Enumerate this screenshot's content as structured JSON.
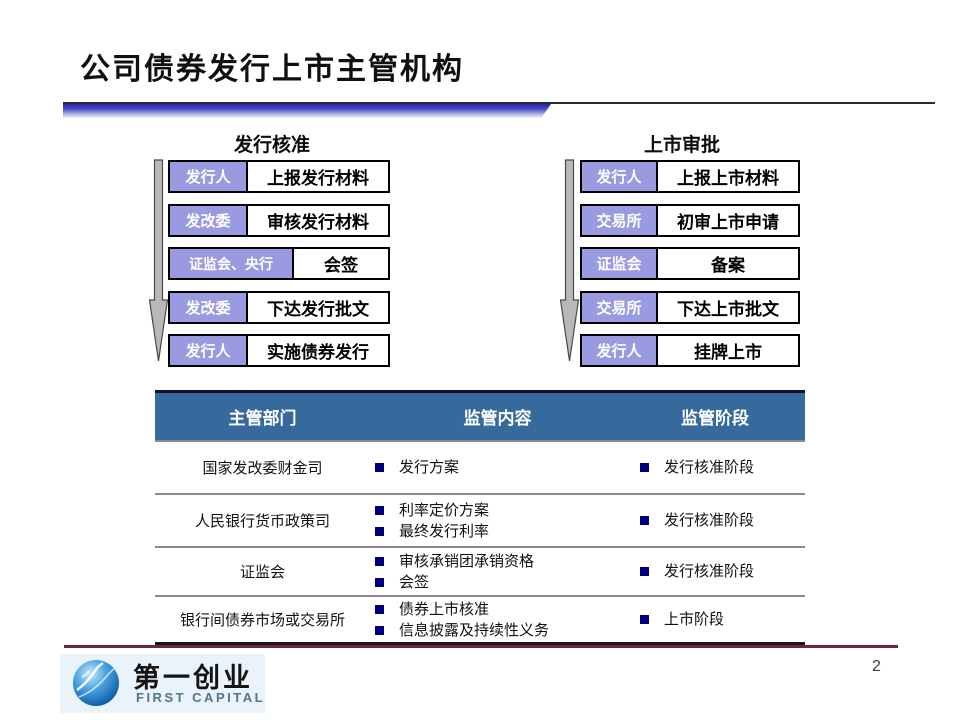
{
  "slide": {
    "title": "公司债券发行上市主管机构",
    "page_number": "2"
  },
  "flowcharts": [
    {
      "title": "发行核准",
      "steps": [
        {
          "actor": "发行人",
          "action": "上报发行材料"
        },
        {
          "actor": "发改委",
          "action": "审核发行材料"
        },
        {
          "actor": "证监会、央行",
          "action": "会签"
        },
        {
          "actor": "发改委",
          "action": "下达发行批文"
        },
        {
          "actor": "发行人",
          "action": "实施债券发行"
        }
      ]
    },
    {
      "title": "上市审批",
      "steps": [
        {
          "actor": "发行人",
          "action": "上报上市材料"
        },
        {
          "actor": "交易所",
          "action": "初审上市申请"
        },
        {
          "actor": "证监会",
          "action": "备案"
        },
        {
          "actor": "交易所",
          "action": "下达上市批文"
        },
        {
          "actor": "发行人",
          "action": "挂牌上市"
        }
      ]
    }
  ],
  "table": {
    "headers": [
      "主管部门",
      "监管内容",
      "监管阶段"
    ],
    "rows": [
      {
        "department": "国家发改委财金司",
        "contents": [
          "发行方案"
        ],
        "stages": [
          "发行核准阶段"
        ]
      },
      {
        "department": "人民银行货币政策司",
        "contents": [
          "利率定价方案",
          "最终发行利率"
        ],
        "stages": [
          "发行核准阶段"
        ]
      },
      {
        "department": "证监会",
        "contents": [
          "审核承销团承销资格",
          "会签"
        ],
        "stages": [
          "发行核准阶段"
        ]
      },
      {
        "department": "银行间债券市场或交易所",
        "contents": [
          "债券上市核准",
          "信息披露及持续性义务"
        ],
        "stages": [
          "上市阶段"
        ]
      }
    ]
  },
  "footer": {
    "logo_cn": "第一创业",
    "logo_en": "FIRST CAPITAL"
  },
  "colors": {
    "accent_bar_blue": "#2323b5",
    "flow_label_purple": "#9a9ae0",
    "table_header_blue": "#36699c",
    "bullet_navy": "#00007e",
    "footer_maroon": "#6e2342",
    "arrow_gray": "#b8b8b8"
  }
}
